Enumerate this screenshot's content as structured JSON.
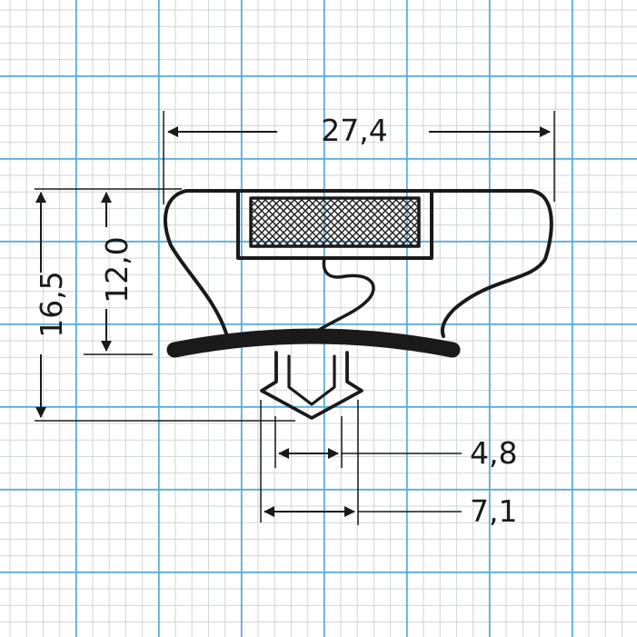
{
  "colors": {
    "grid_minor": "#cfd5da",
    "grid_major": "#59acd6",
    "ink": "#1a1a1a",
    "paper": "#ffffff"
  },
  "dimensions": {
    "width": "27,4",
    "height_total": "16,5",
    "height_inner": "12,0",
    "dart_inner": "4,8",
    "dart_outer": "7,1"
  },
  "parts": {
    "magnet_fill": "crosshatch-pattern"
  }
}
